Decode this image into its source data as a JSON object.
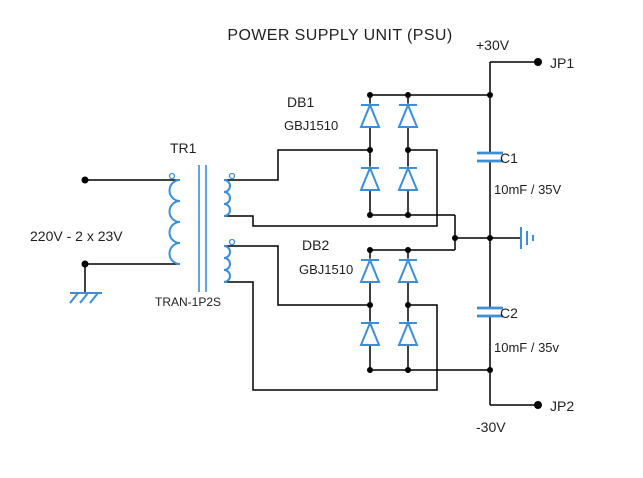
{
  "title": "POWER SUPPLY UNIT (PSU)",
  "colors": {
    "component": "#3d8ed9",
    "wire": "#000000",
    "text": "#1f1f1f",
    "background": "#ffffff"
  },
  "components": {
    "transformer": {
      "ref": "TR1",
      "model": "TRAN-1P2S",
      "primary_label": "220V - 2 x 23V"
    },
    "bridge1": {
      "ref": "DB1",
      "model": "GBJ1510"
    },
    "bridge2": {
      "ref": "DB2",
      "model": "GBJ1510"
    },
    "cap1": {
      "ref": "C1",
      "value": "10mF / 35V"
    },
    "cap2": {
      "ref": "C2",
      "value": "10mF / 35v"
    },
    "jp1": {
      "ref": "JP1",
      "rail": "+30V"
    },
    "jp2": {
      "ref": "JP2",
      "rail": "-30V"
    }
  }
}
